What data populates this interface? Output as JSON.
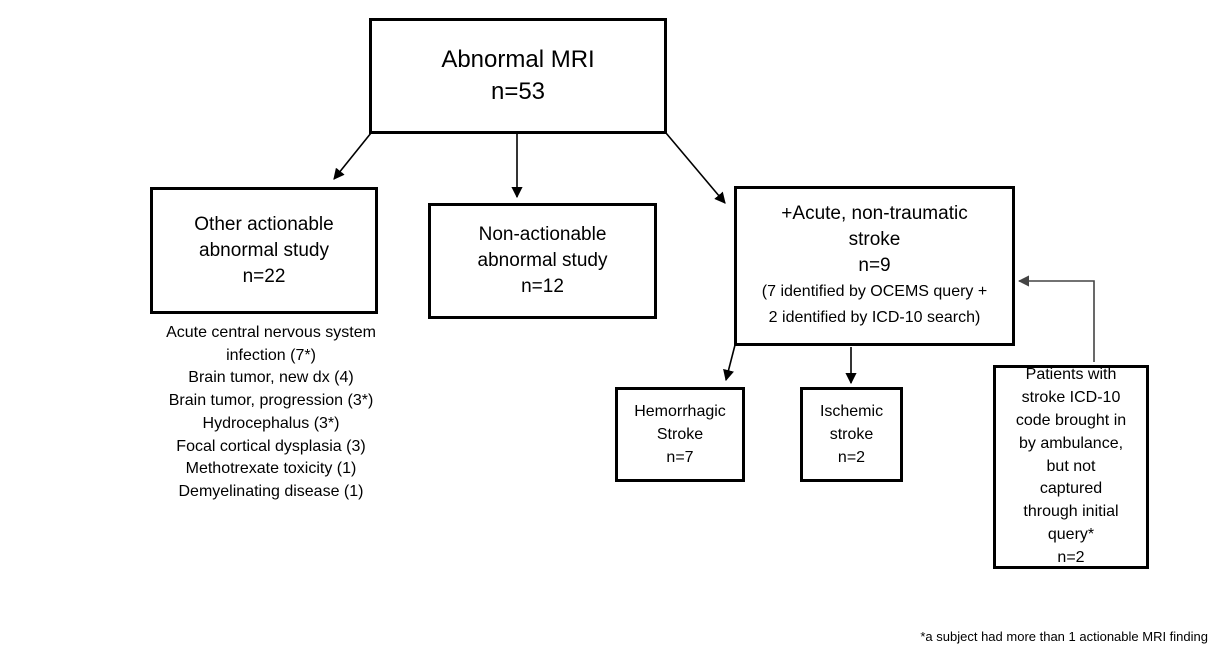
{
  "nodes": {
    "root": {
      "title": "Abnormal MRI",
      "count": "n=53"
    },
    "other": {
      "title_line1": "Other actionable",
      "title_line2": "abnormal study",
      "count": "n=22"
    },
    "nonactionable": {
      "title_line1": "Non-actionable",
      "title_line2": "abnormal study",
      "count": "n=12"
    },
    "stroke": {
      "title_line1": "+Acute, non-traumatic",
      "title_line2": "stroke",
      "count": "n=9",
      "detail_line1": "(7 identified by OCEMS query +",
      "detail_line2": "2 identified by ICD-10 search)"
    },
    "hemorrhagic": {
      "title_line1": "Hemorrhagic",
      "title_line2": "Stroke",
      "count": "n=7"
    },
    "ischemic": {
      "title_line1": "Ischemic",
      "title_line2": "stroke",
      "count": "n=2"
    },
    "icd": {
      "lines": [
        "Patients with",
        "stroke ICD-10",
        "code brought in",
        "by ambulance,",
        "but not",
        "captured",
        "through initial",
        "query*"
      ],
      "count": "n=2"
    }
  },
  "other_findings": [
    "Acute central nervous system",
    "infection (7*)",
    "Brain tumor, new dx (4)",
    "Brain tumor, progression (3*)",
    "Hydrocephalus (3*)",
    "Focal cortical dysplasia (3)",
    "Methotrexate toxicity (1)",
    "Demyelinating disease (1)"
  ],
  "footnote": "*a subject had more than 1 actionable MRI finding"
}
